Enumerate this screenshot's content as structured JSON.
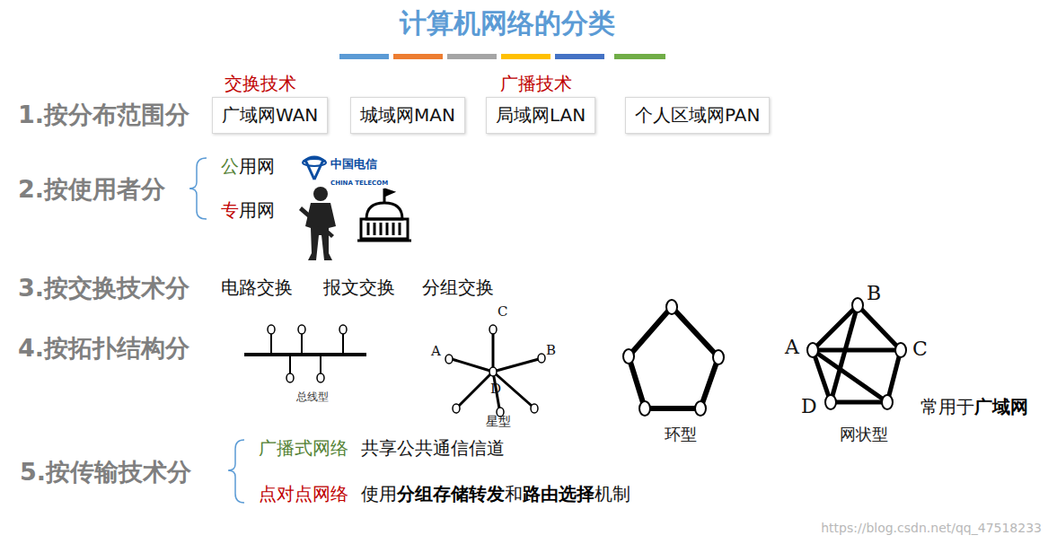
{
  "diagram": {
    "title": "计算机网络的分类",
    "nodes": [
      {
        "text": [
          "广域网WAN"
        ]
      },
      {
        "text": [
          "城域网MAN"
        ]
      },
      {
        "text": [
          "局域网LAN"
        ]
      },
      {
        "text": [
          "个人区域网PAN"
        ]
      }
    ],
    "labels": [
      "交换技术",
      "广播技术",
      "1.按分布范围分",
      "2.按使用者分",
      "公用网",
      "专用网",
      "中国电信",
      "CHINA TELECOM",
      "3.按交换技术分",
      "电路交换",
      "报文交换",
      "分组交换",
      "4.按拓扑结构分",
      "总线型",
      "C",
      "A",
      "B",
      "D",
      "星型",
      "环型",
      "B",
      "A",
      "C",
      "D",
      "网状型",
      "常用于",
      "广域网",
      "5.按传输技术分",
      "广播式网络",
      "共享公共通信信道",
      "点对点网络",
      "使用",
      "分组存储转发",
      "和",
      "路由选择",
      "机制",
      "https://blog.csdn.net/qq_47518233"
    ]
  }
}
